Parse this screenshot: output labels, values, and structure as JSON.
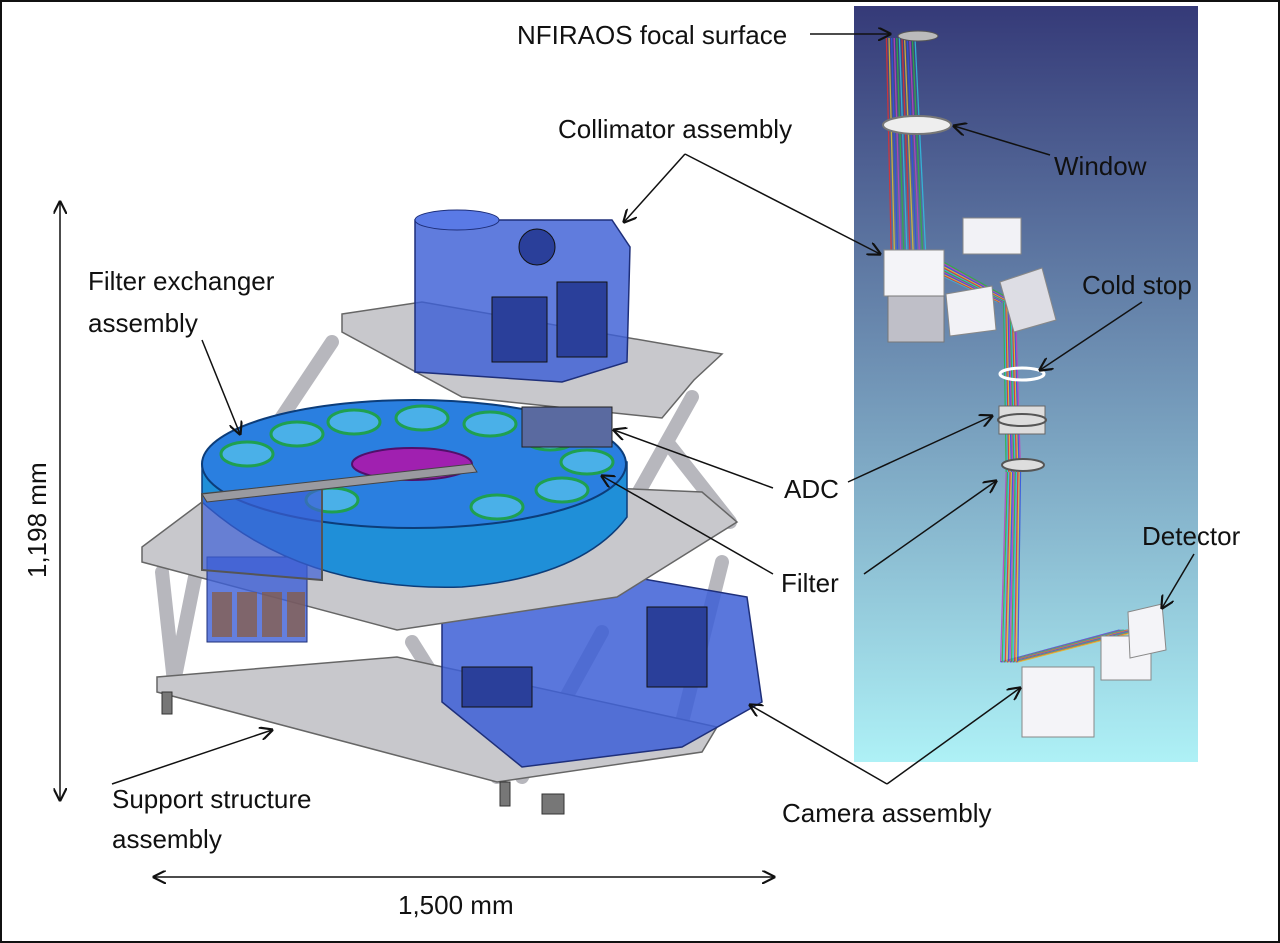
{
  "labels": {
    "nfiraos": "NFIRAOS focal surface",
    "collimator": "Collimator assembly",
    "window": "Window",
    "filter_exchanger_1": "Filter exchanger",
    "filter_exchanger_2": "assembly",
    "cold_stop": "Cold stop",
    "adc": "ADC",
    "filter": "Filter",
    "detector": "Detector",
    "support_1": "Support structure",
    "support_2": "assembly",
    "camera": "Camera assembly"
  },
  "dimensions": {
    "height": "1,198 mm",
    "width": "1,500 mm"
  },
  "colors": {
    "optics_bg_top": "#353a78",
    "optics_bg_bottom": "#aef1f6",
    "plate_gray": "#c8c8cc",
    "housing_blue": "#3d5fd6",
    "filter_wheel": "#1f8fd8",
    "ray_colors": [
      "#e03030",
      "#30c0e0",
      "#30b040",
      "#c040c0",
      "#3050e0",
      "#e0c030"
    ]
  }
}
